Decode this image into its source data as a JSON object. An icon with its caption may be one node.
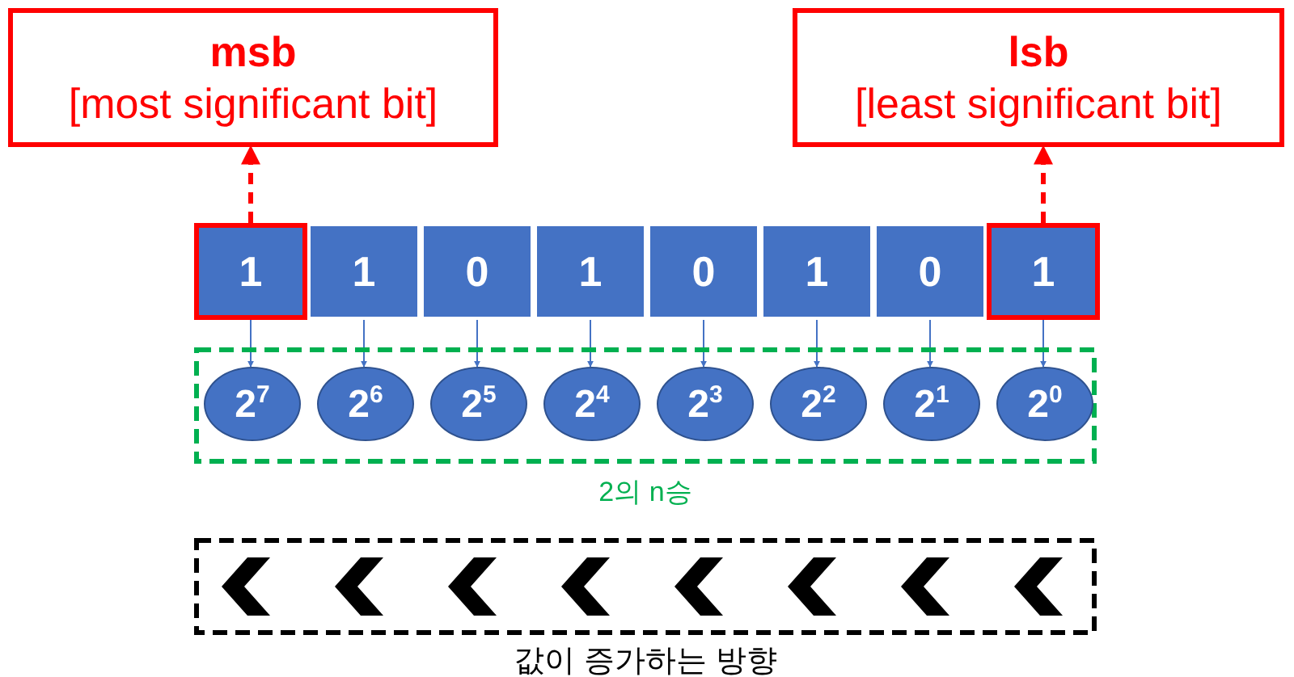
{
  "diagram": {
    "nodes": [
      {
        "text": [
          "msb",
          "[most significant bit]"
        ]
      },
      {
        "text": [
          "lsb",
          "[least significant bit]"
        ]
      },
      {
        "text": [
          "1"
        ]
      },
      {
        "text": [
          "1"
        ]
      },
      {
        "text": [
          "0"
        ]
      },
      {
        "text": [
          "1"
        ]
      },
      {
        "text": [
          "0"
        ]
      },
      {
        "text": [
          "1"
        ]
      },
      {
        "text": [
          "0"
        ]
      },
      {
        "text": [
          "1"
        ]
      },
      {
        "text": [
          "2의 n승"
        ]
      },
      {
        "text": [
          "2$^{7}$"
        ],
        "in": 10
      },
      {
        "text": [
          "2$^{6}$"
        ],
        "in": 10
      },
      {
        "text": [
          "2$^{5}$"
        ],
        "in": 10
      },
      {
        "text": [
          "2$^{4}$"
        ],
        "in": 10
      },
      {
        "text": [
          "2$^{3}$"
        ],
        "in": 10
      },
      {
        "text": [
          "2$^{2}$"
        ],
        "in": 10
      },
      {
        "text": [
          "2$^{1}$"
        ],
        "in": 10
      },
      {
        "text": [
          "2$^{0}$"
        ],
        "in": 10
      },
      {
        "text": [
          "값이 증가하는 방향"
        ]
      }
    ],
    "edges": [
      {
        "from": 2,
        "to": 0,
        "arrow": "to",
        "style": "dashed",
        "color": "#ff0000"
      },
      {
        "from": 9,
        "to": 1,
        "arrow": "to",
        "style": "dashed",
        "color": "#ff0000"
      },
      {
        "from": 2,
        "to": 11,
        "arrow": "to"
      },
      {
        "from": 3,
        "to": 12,
        "arrow": "to"
      },
      {
        "from": 4,
        "to": 13,
        "arrow": "to"
      },
      {
        "from": 5,
        "to": 14,
        "arrow": "to"
      },
      {
        "from": 6,
        "to": 15,
        "arrow": "to"
      },
      {
        "from": 7,
        "to": 16,
        "arrow": "to"
      },
      {
        "from": 8,
        "to": 17,
        "arrow": "to"
      },
      {
        "from": 9,
        "to": 18,
        "arrow": "to"
      }
    ]
  }
}
